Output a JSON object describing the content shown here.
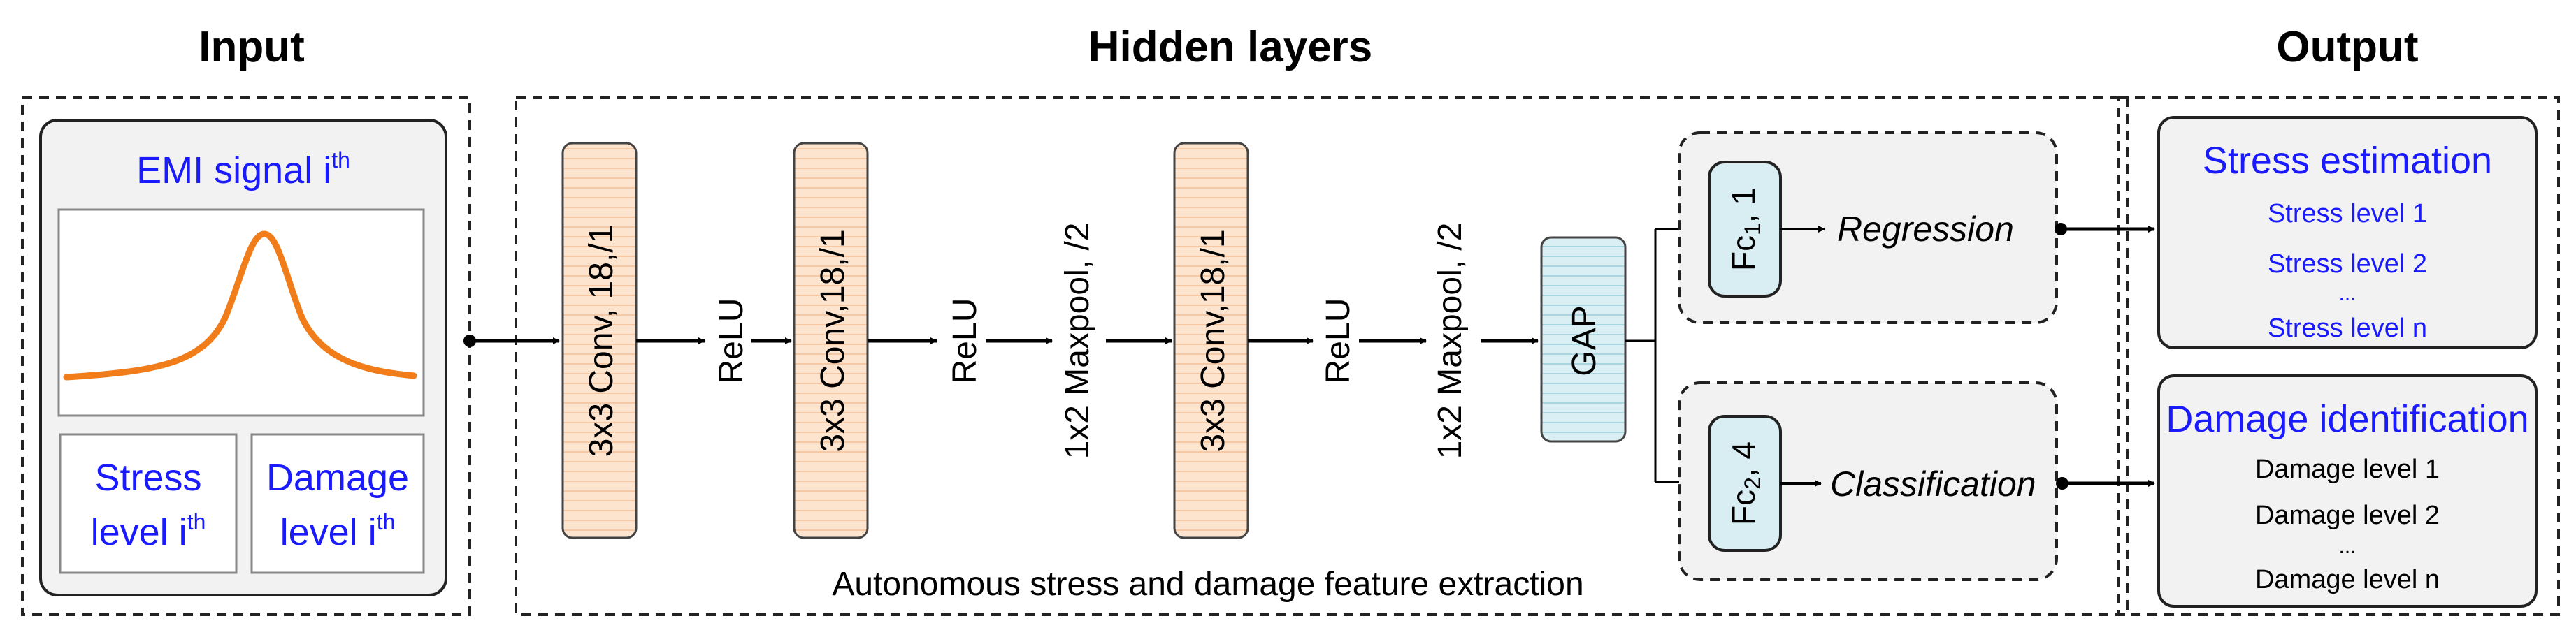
{
  "sections": {
    "input": "Input",
    "hidden": "Hidden layers",
    "output": "Output"
  },
  "input": {
    "signal_title_main": "EMI signal i",
    "signal_title_sup": "th",
    "stress_line1": "Stress",
    "stress_line2_main": "level i",
    "stress_line2_sup": "th",
    "damage_line1": "Damage",
    "damage_line2_main": "level i",
    "damage_line2_sup": "th",
    "signal_curve_color": "#f07d1a"
  },
  "hidden": {
    "conv1": "3x3 Conv, 18,/1",
    "relu1": "ReLU",
    "conv2": "3x3 Conv,18,/1",
    "relu2": "ReLU",
    "maxpool1": "1x2 Maxpool, /2",
    "conv3": "3x3 Conv,18,/1",
    "relu3": "ReLU",
    "maxpool2": "1x2 Maxpool, /2",
    "gap": "GAP",
    "fc1_main": "Fc",
    "fc1_sub": "1",
    "fc1_rest": ", 1",
    "fc2_main": "Fc",
    "fc2_sub": "2",
    "fc2_rest": ", 4",
    "regression": "Regression",
    "classification": "Classification",
    "caption": "Autonomous stress and damage feature extraction"
  },
  "output": {
    "stress_title": "Stress estimation",
    "stress_items": [
      "Stress level 1",
      "Stress level 2",
      "...",
      "Stress level n"
    ],
    "damage_title": "Damage identification",
    "damage_items": [
      "Damage level 1",
      "Damage level 2",
      "...",
      "Damage level n"
    ]
  },
  "colors": {
    "title_blue": "#1a1aff",
    "conv_fill": "#fce7d4",
    "gap_fill": "#d8eef2",
    "panel_fill": "#f2f2f2"
  }
}
